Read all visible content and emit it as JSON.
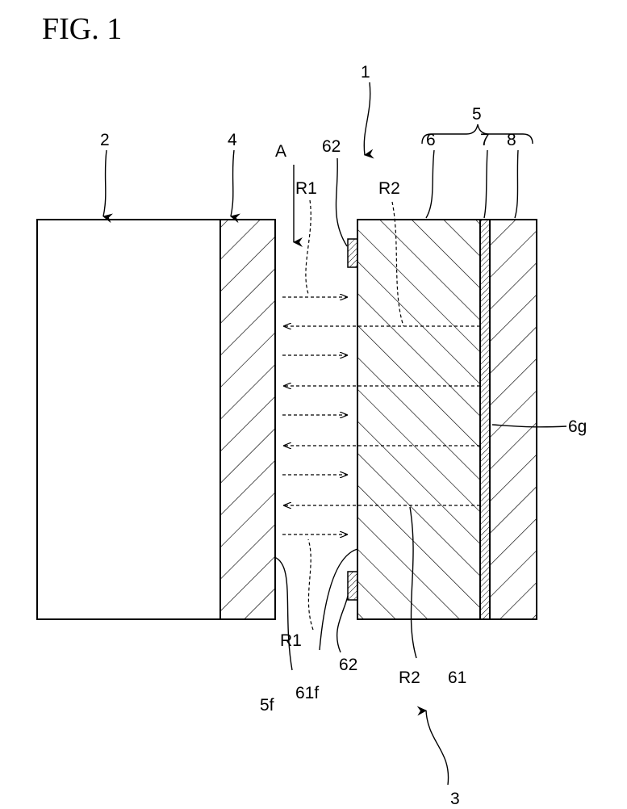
{
  "figure": {
    "title": "FIG. 1"
  },
  "labels": {
    "ref_1": "1",
    "ref_2": "2",
    "ref_3": "3",
    "ref_4": "4",
    "ref_5": "5",
    "ref_6": "6",
    "ref_7": "7",
    "ref_8": "8",
    "ref_A": "A",
    "ref_62_top": "62",
    "ref_62_bottom": "62",
    "ref_R1_top": "R1",
    "ref_R1_bottom": "R1",
    "ref_R2_top": "R2",
    "ref_R2_bottom": "R2",
    "ref_6g": "6g",
    "ref_61": "61",
    "ref_61f": "61f",
    "ref_5f": "5f"
  }
}
